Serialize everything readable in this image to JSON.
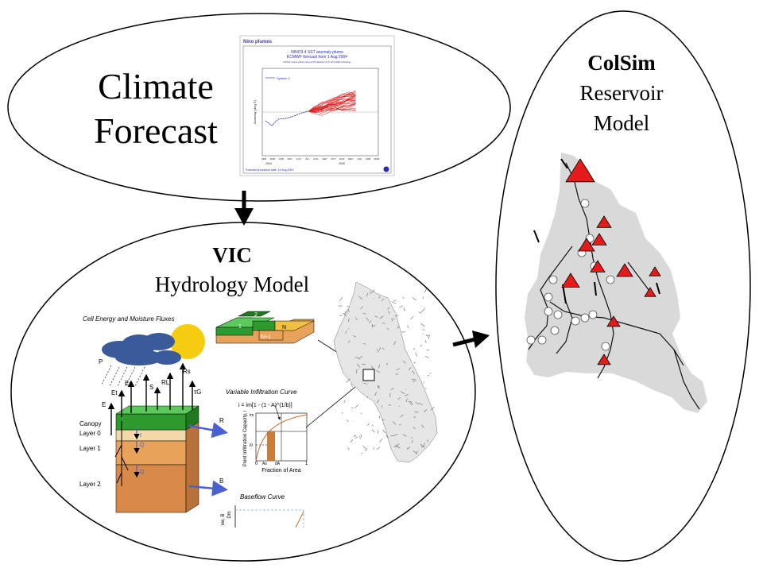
{
  "climate": {
    "title_line1": "Climate",
    "title_line2": "Forecast",
    "plot": {
      "header": "Nino plumes",
      "title": "NINO3.4 SST anomaly plume",
      "subtitle": "ECMWF forecast from 1 Aug 2004",
      "note": "Monthly means plotted using HCST adjusted OI v2 1971-2000 climatology",
      "legend": "System 2",
      "ylabel": "Anomaly (deg C)",
      "months": [
        "FEB",
        "MAR",
        "APR",
        "MAY",
        "JUN",
        "JUL",
        "AUG",
        "SEP",
        "OCT",
        "NOV",
        "DEC",
        "JAN",
        "FEB",
        "MAR"
      ],
      "years": [
        "2004",
        "2005"
      ],
      "footer": "Forecast production date: 14 Aug 2004"
    }
  },
  "vic": {
    "title": "VIC",
    "subtitle": "Hydrology Model",
    "schematic": {
      "fluxes_title": "Cell Energy and Moisture Fluxes",
      "labels": {
        "P": "P",
        "Ec": "Ec",
        "Et": "Et",
        "E": "E",
        "S": "S",
        "RL": "RL",
        "Rs": "Rs",
        "tG": "τG",
        "R": "R",
        "B": "B",
        "I": "I",
        "Q1": "Q",
        "Q2": "Q"
      },
      "layers": [
        "Canopy",
        "Layer 0",
        "Layer 1",
        "Layer 2"
      ],
      "grid_labels": [
        "1",
        "2",
        "N",
        "N+1"
      ],
      "infiltration": {
        "title": "Variable Infiltration Curve",
        "equation": "i = im[1 - (1 - A)^(1/b)]",
        "ylabel": "Point Infiltration Capacity, i",
        "xlabel": "Fraction of Area",
        "y_ticks": [
          "im",
          "i0"
        ],
        "x_ticks": [
          "0",
          "As",
          "dA",
          "1"
        ]
      },
      "baseflow": {
        "title": "Baseflow Curve",
        "ylabel": "ow, B",
        "dm": "Dm"
      }
    }
  },
  "colsim": {
    "title": "ColSim",
    "subtitle_line1": "Reservoir",
    "subtitle_line2": "Model"
  },
  "colors": {
    "outline": "#000000",
    "plume": "#e02020",
    "system_line": "#2a2ac8",
    "reservoir_triangle": "#e31b1b",
    "basin_fill": "#d9d9d9",
    "soil_top": "#f3d9a9",
    "soil_mid": "#e8a25a",
    "soil_deep": "#d98a4a",
    "canopy": "#2e9a2e",
    "sun": "#f5cc10",
    "cloud": "#3b5a99",
    "arrow_blue": "#4a60d0"
  }
}
